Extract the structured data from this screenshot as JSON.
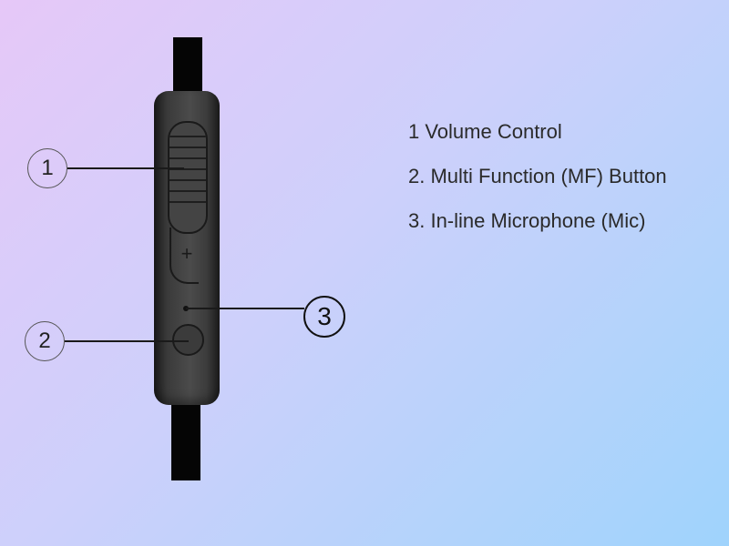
{
  "diagram": {
    "subject": "In-line headset remote",
    "callouts": [
      {
        "number": "1",
        "target": "volume-control"
      },
      {
        "number": "2",
        "target": "multi-function-button"
      },
      {
        "number": "3",
        "target": "in-line-microphone"
      }
    ],
    "remote": {
      "plus_symbol": "+"
    }
  },
  "legend": {
    "items": [
      {
        "label": "1  Volume Control"
      },
      {
        "label": "2. Multi Function (MF) Button"
      },
      {
        "label": "3. In-line Microphone (Mic)"
      }
    ]
  },
  "colors": {
    "background_start": "#e6c8f8",
    "background_end": "#9fd3fc",
    "cable": "#050505",
    "remote_body": "#444444",
    "text": "#2a2a2a"
  }
}
